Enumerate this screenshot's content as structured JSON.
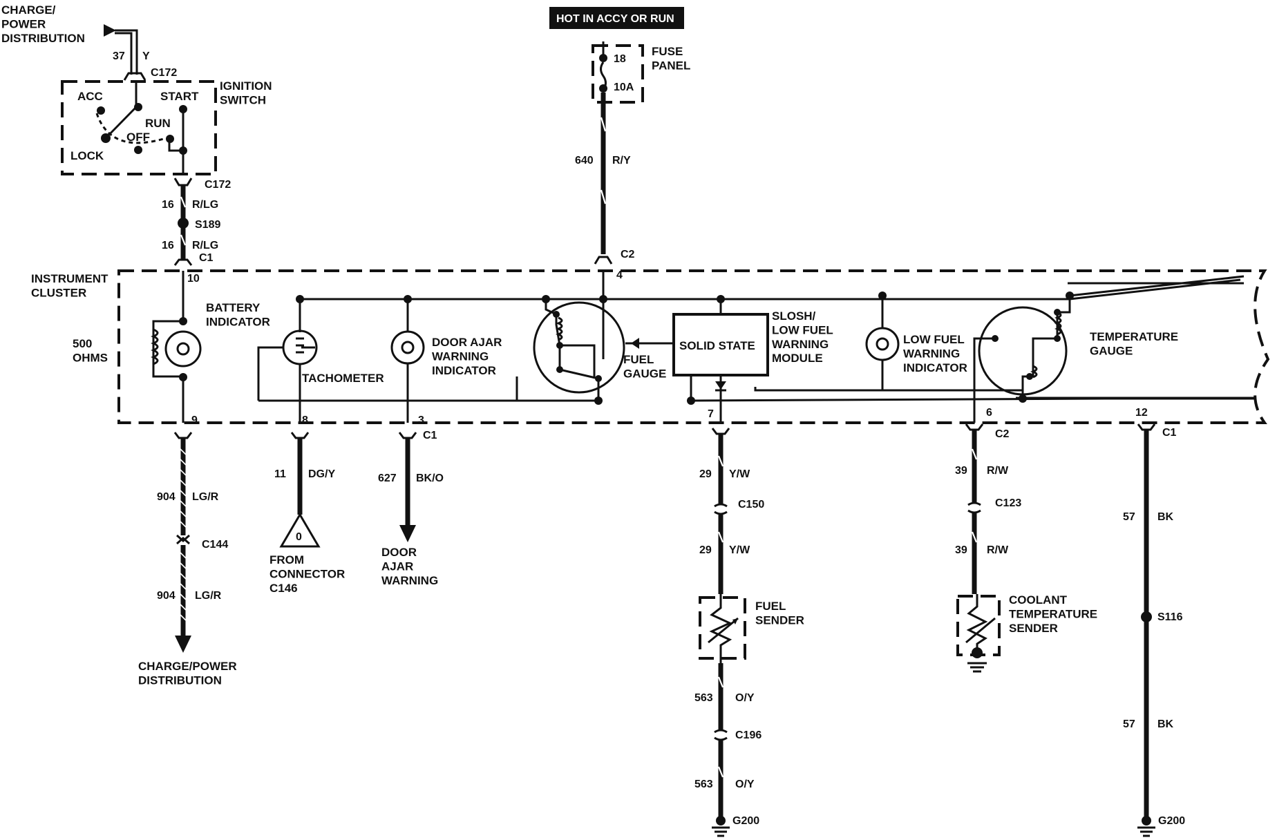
{
  "charge_power_distribution_top": "CHARGE/\nPOWER\nDISTRIBUTION",
  "hot_in_accy_or_run": "HOT IN ACCY OR RUN",
  "fuse_panel": {
    "label": "FUSE\nPANEL",
    "fuse_number": "18",
    "rating": "10A"
  },
  "ignition_switch": {
    "label": "IGNITION\nSWITCH",
    "positions": {
      "acc": "ACC",
      "start": "START",
      "run": "RUN",
      "off": "OFF",
      "lock": "LOCK"
    }
  },
  "instrument_cluster": {
    "label": "INSTRUMENT\nCLUSTER",
    "components": {
      "resistor": "500\nOHMS",
      "battery_indicator": "BATTERY\nINDICATOR",
      "tachometer": "TACHOMETER",
      "door_ajar_indicator": "DOOR AJAR\nWARNING\nINDICATOR",
      "fuel_gauge": "FUEL\nGAUGE",
      "solid_state": "SOLID STATE",
      "slosh_module": "SLOSH/\nLOW FUEL\nWARNING\nMODULE",
      "low_fuel_indicator": "LOW FUEL\nWARNING\nINDICATOR",
      "temperature_gauge": "TEMPERATURE\nGAUGE"
    },
    "pins": {
      "p10": "10",
      "p4": "4",
      "p9": "9",
      "p8": "8",
      "p3": "3",
      "p7": "7",
      "p6": "6",
      "p12": "12"
    }
  },
  "connectors": {
    "c172_top": "C172",
    "c172_bottom": "C172",
    "s189": "S189",
    "c1_top": "C1",
    "c2_top": "C2",
    "c1_p3": "C1",
    "c2_p6": "C2",
    "c1_p12": "C1",
    "c144": "C144",
    "c150": "C150",
    "c123": "C123",
    "c196": "C196",
    "s116": "S116",
    "g200_a": "G200",
    "g200_b": "G200"
  },
  "wires": {
    "w37": {
      "circuit": "37",
      "color": "Y"
    },
    "w16a": {
      "circuit": "16",
      "color": "R/LG"
    },
    "w16b": {
      "circuit": "16",
      "color": "R/LG"
    },
    "w640": {
      "circuit": "640",
      "color": "R/Y"
    },
    "w904a": {
      "circuit": "904",
      "color": "LG/R"
    },
    "w904b": {
      "circuit": "904",
      "color": "LG/R"
    },
    "w11": {
      "circuit": "11",
      "color": "DG/Y"
    },
    "w627": {
      "circuit": "627",
      "color": "BK/O"
    },
    "w29a": {
      "circuit": "29",
      "color": "Y/W"
    },
    "w29b": {
      "circuit": "29",
      "color": "Y/W"
    },
    "w563a": {
      "circuit": "563",
      "color": "O/Y"
    },
    "w563b": {
      "circuit": "563",
      "color": "O/Y"
    },
    "w39a": {
      "circuit": "39",
      "color": "R/W"
    },
    "w39b": {
      "circuit": "39",
      "color": "R/W"
    },
    "w57a": {
      "circuit": "57",
      "color": "BK"
    },
    "w57b": {
      "circuit": "57",
      "color": "BK"
    }
  },
  "destinations": {
    "from_connector": "FROM\nCONNECTOR\nC146",
    "connector_symbol": "0",
    "door_ajar_warning": "DOOR\nAJAR\nWARNING",
    "charge_power_bottom": "CHARGE/POWER\nDISTRIBUTION",
    "fuel_sender": "FUEL\nSENDER",
    "coolant_sender": "COOLANT\nTEMPERATURE\nSENDER"
  }
}
